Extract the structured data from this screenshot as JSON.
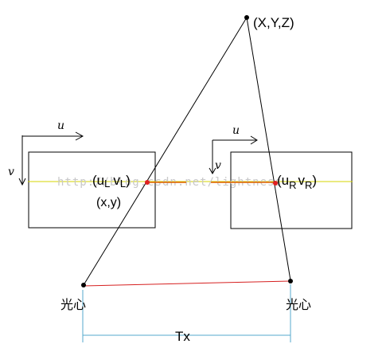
{
  "diagram": {
    "point_label": "(X,Y,Z)",
    "left_image_point": "(u",
    "left_image_point_sub": "L",
    "left_image_point_v": "v",
    "left_image_point_vsub": "L",
    "left_image_point_close": ")",
    "left_xy": "(x,y)",
    "right_image_point": "(u",
    "right_image_point_sub": "R",
    "right_image_point_v": "v",
    "right_image_point_vsub": "R",
    "right_image_point_close": ")",
    "left_optical_center": "光心",
    "right_optical_center": "光心",
    "baseline_label": "Tx",
    "left_u_axis": "u",
    "left_v_axis": "v",
    "right_u_axis": "u",
    "right_v_axis": "v",
    "watermark": "http://blog.csdn.net/lightness"
  },
  "colors": {
    "line": "#000000",
    "epipolar": "#d4d400",
    "baseline": "#d62020",
    "match": "#e06000",
    "point": "#e02020",
    "dimension": "#55aacc"
  }
}
